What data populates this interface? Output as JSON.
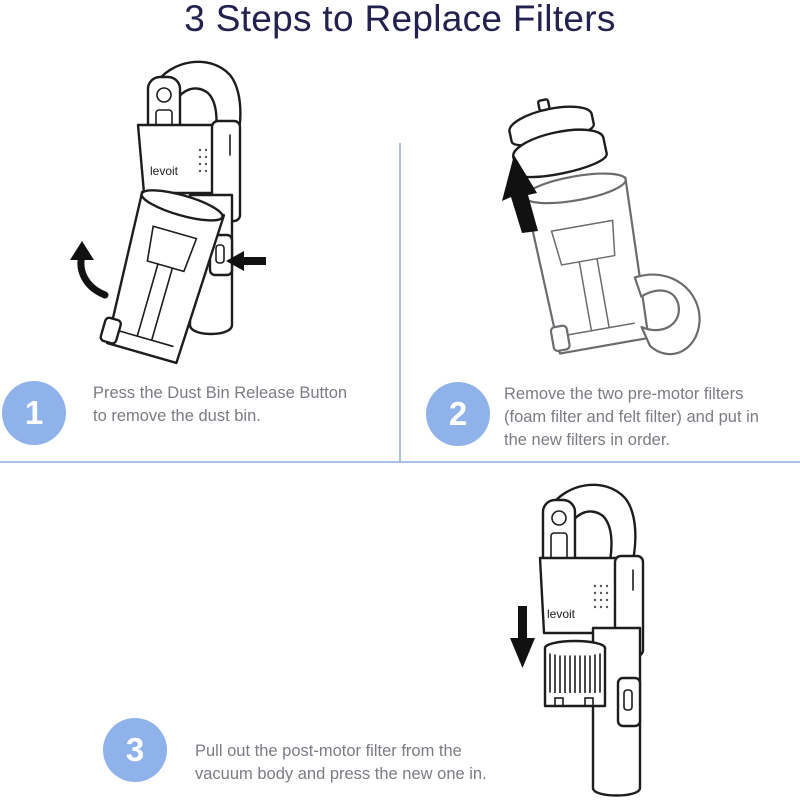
{
  "title": "3 Steps to Replace Filters",
  "brand": "levoit",
  "colors": {
    "title": "#23214f",
    "badge": "#8fb2ea",
    "divider": "#a9bfe4",
    "text": "#7b7b83"
  },
  "steps": [
    {
      "number": "1",
      "lines": [
        "Press the Dust Bin Release Button",
        "to remove the dust bin."
      ]
    },
    {
      "number": "2",
      "lines": [
        "Remove the two pre-motor filters",
        "(foam filter and felt filter) and put in",
        "the new filters in order."
      ]
    },
    {
      "number": "3",
      "lines": [
        "Pull out the post-motor filter from the",
        "vacuum body and press the new one in."
      ]
    }
  ],
  "icons": [
    "curved-arrow-icon",
    "push-arrow-icon",
    "up-arrow-icon",
    "down-arrow-icon"
  ]
}
